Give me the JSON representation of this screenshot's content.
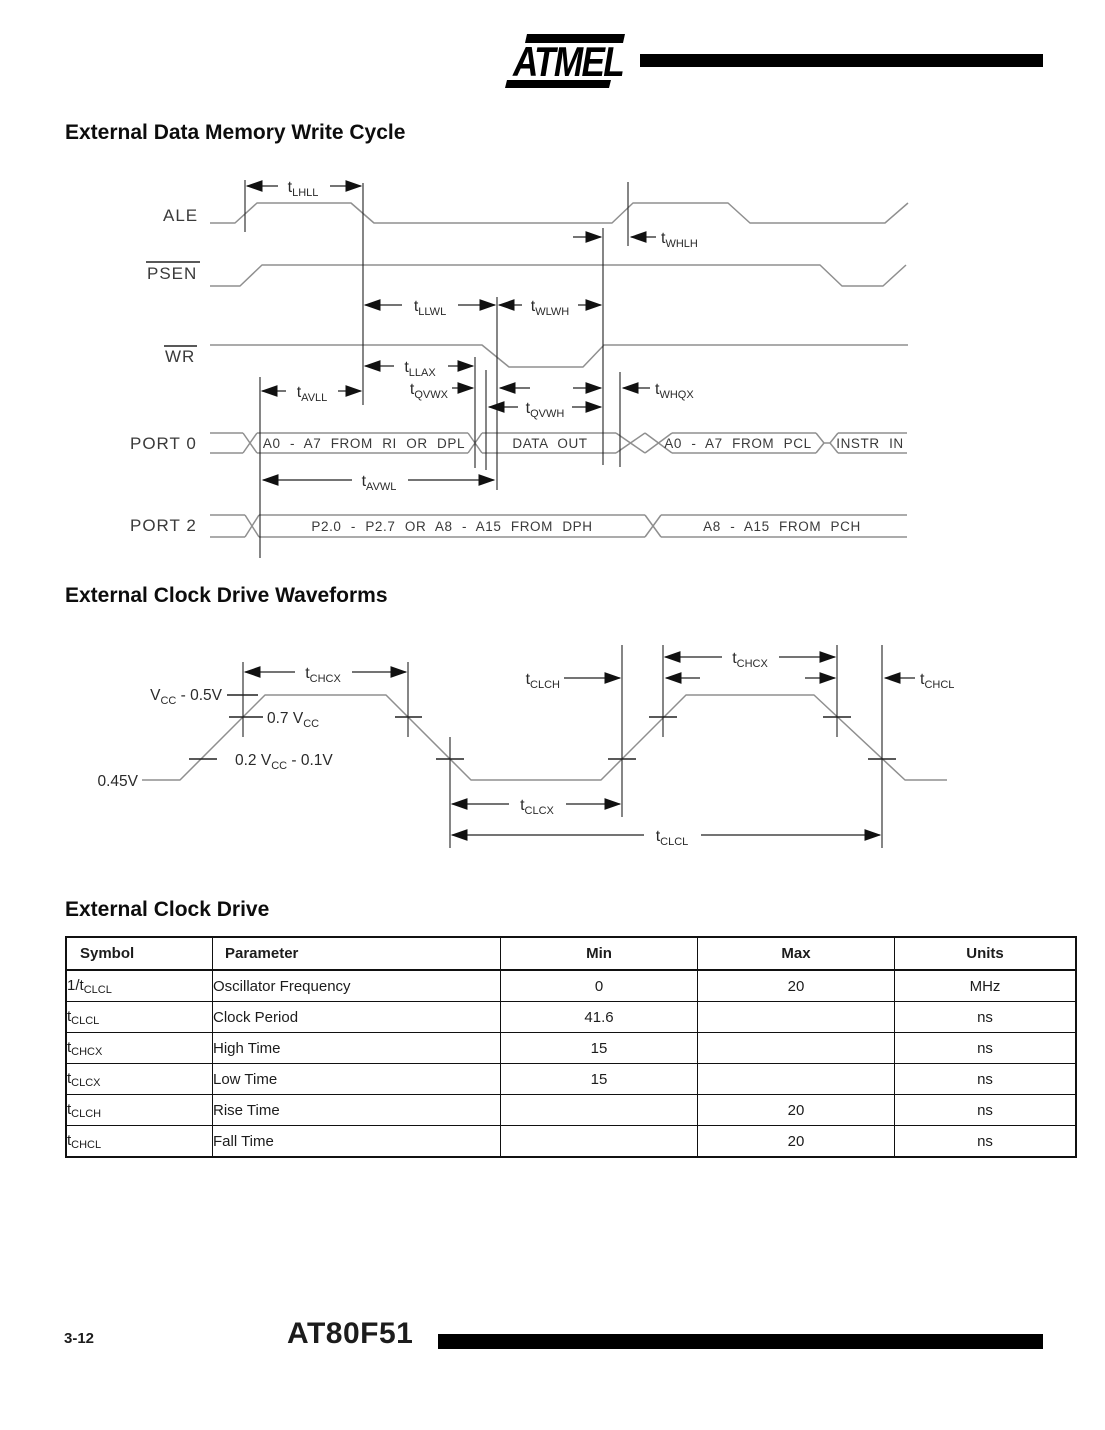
{
  "header": {
    "logo": "ATMEL"
  },
  "sections": {
    "s1": "External Data Memory Write Cycle",
    "s2": "External Clock Drive Waveforms",
    "s3": "External Clock Drive"
  },
  "diagram1": {
    "signals": {
      "ale": "ALE",
      "psen": "PSEN",
      "wr": "WR",
      "port0": "PORT 0",
      "port2": "PORT 2"
    },
    "timings": {
      "lhll": {
        "pre": "t",
        "sub": "LHLL"
      },
      "whlh": {
        "pre": "t",
        "sub": "WHLH"
      },
      "llwl": {
        "pre": "t",
        "sub": "LLWL"
      },
      "wlwh": {
        "pre": "t",
        "sub": "WLWH"
      },
      "llax": {
        "pre": "t",
        "sub": "LLAX"
      },
      "avll": {
        "pre": "t",
        "sub": "AVLL"
      },
      "qvwx": {
        "pre": "t",
        "sub": "QVWX"
      },
      "qvwh": {
        "pre": "t",
        "sub": "QVWH"
      },
      "whqx": {
        "pre": "t",
        "sub": "WHQX"
      },
      "avwl": {
        "pre": "t",
        "sub": "AVWL"
      }
    },
    "bus": {
      "port0_addr": "A0 - A7 FROM RI OR DPL",
      "port0_data": "DATA OUT",
      "port0_pcl": "A0 - A7 FROM PCL",
      "port0_instr": "INSTR IN",
      "port2_dph": "P2.0 - P2.7 OR A8 - A15 FROM DPH",
      "port2_pch": "A8 - A15 FROM PCH"
    }
  },
  "diagram2": {
    "levels": {
      "vih": {
        "pre": "V",
        "sub": "CC",
        "post": " - 0.5V"
      },
      "v07": {
        "pre": "0.7 V",
        "sub": "CC",
        "post": ""
      },
      "v02": {
        "pre": "0.2 V",
        "sub": "CC",
        "post": " - 0.1V"
      },
      "vol": "0.45V"
    },
    "timings": {
      "chcx": {
        "pre": "t",
        "sub": "CHCX"
      },
      "clch": {
        "pre": "t",
        "sub": "CLCH"
      },
      "chcl": {
        "pre": "t",
        "sub": "CHCL"
      },
      "clcx": {
        "pre": "t",
        "sub": "CLCX"
      },
      "clcl": {
        "pre": "t",
        "sub": "CLCL"
      }
    }
  },
  "table": {
    "headers": [
      "Symbol",
      "Parameter",
      "Min",
      "Max",
      "Units"
    ],
    "rows": [
      {
        "symbol": {
          "pre": "1/t",
          "sub": "CLCL"
        },
        "parameter": "Oscillator Frequency",
        "min": "0",
        "max": "20",
        "units": "MHz"
      },
      {
        "symbol": {
          "pre": "t",
          "sub": "CLCL"
        },
        "parameter": "Clock Period",
        "min": "41.6",
        "max": "",
        "units": "ns"
      },
      {
        "symbol": {
          "pre": "t",
          "sub": "CHCX"
        },
        "parameter": "High Time",
        "min": "15",
        "max": "",
        "units": "ns"
      },
      {
        "symbol": {
          "pre": "t",
          "sub": "CLCX"
        },
        "parameter": "Low Time",
        "min": "15",
        "max": "",
        "units": "ns"
      },
      {
        "symbol": {
          "pre": "t",
          "sub": "CLCH"
        },
        "parameter": "Rise Time",
        "min": "",
        "max": "20",
        "units": "ns"
      },
      {
        "symbol": {
          "pre": "t",
          "sub": "CHCL"
        },
        "parameter": "Fall Time",
        "min": "",
        "max": "20",
        "units": "ns"
      }
    ]
  },
  "footer": {
    "page": "3-12",
    "part": "AT80F51"
  }
}
